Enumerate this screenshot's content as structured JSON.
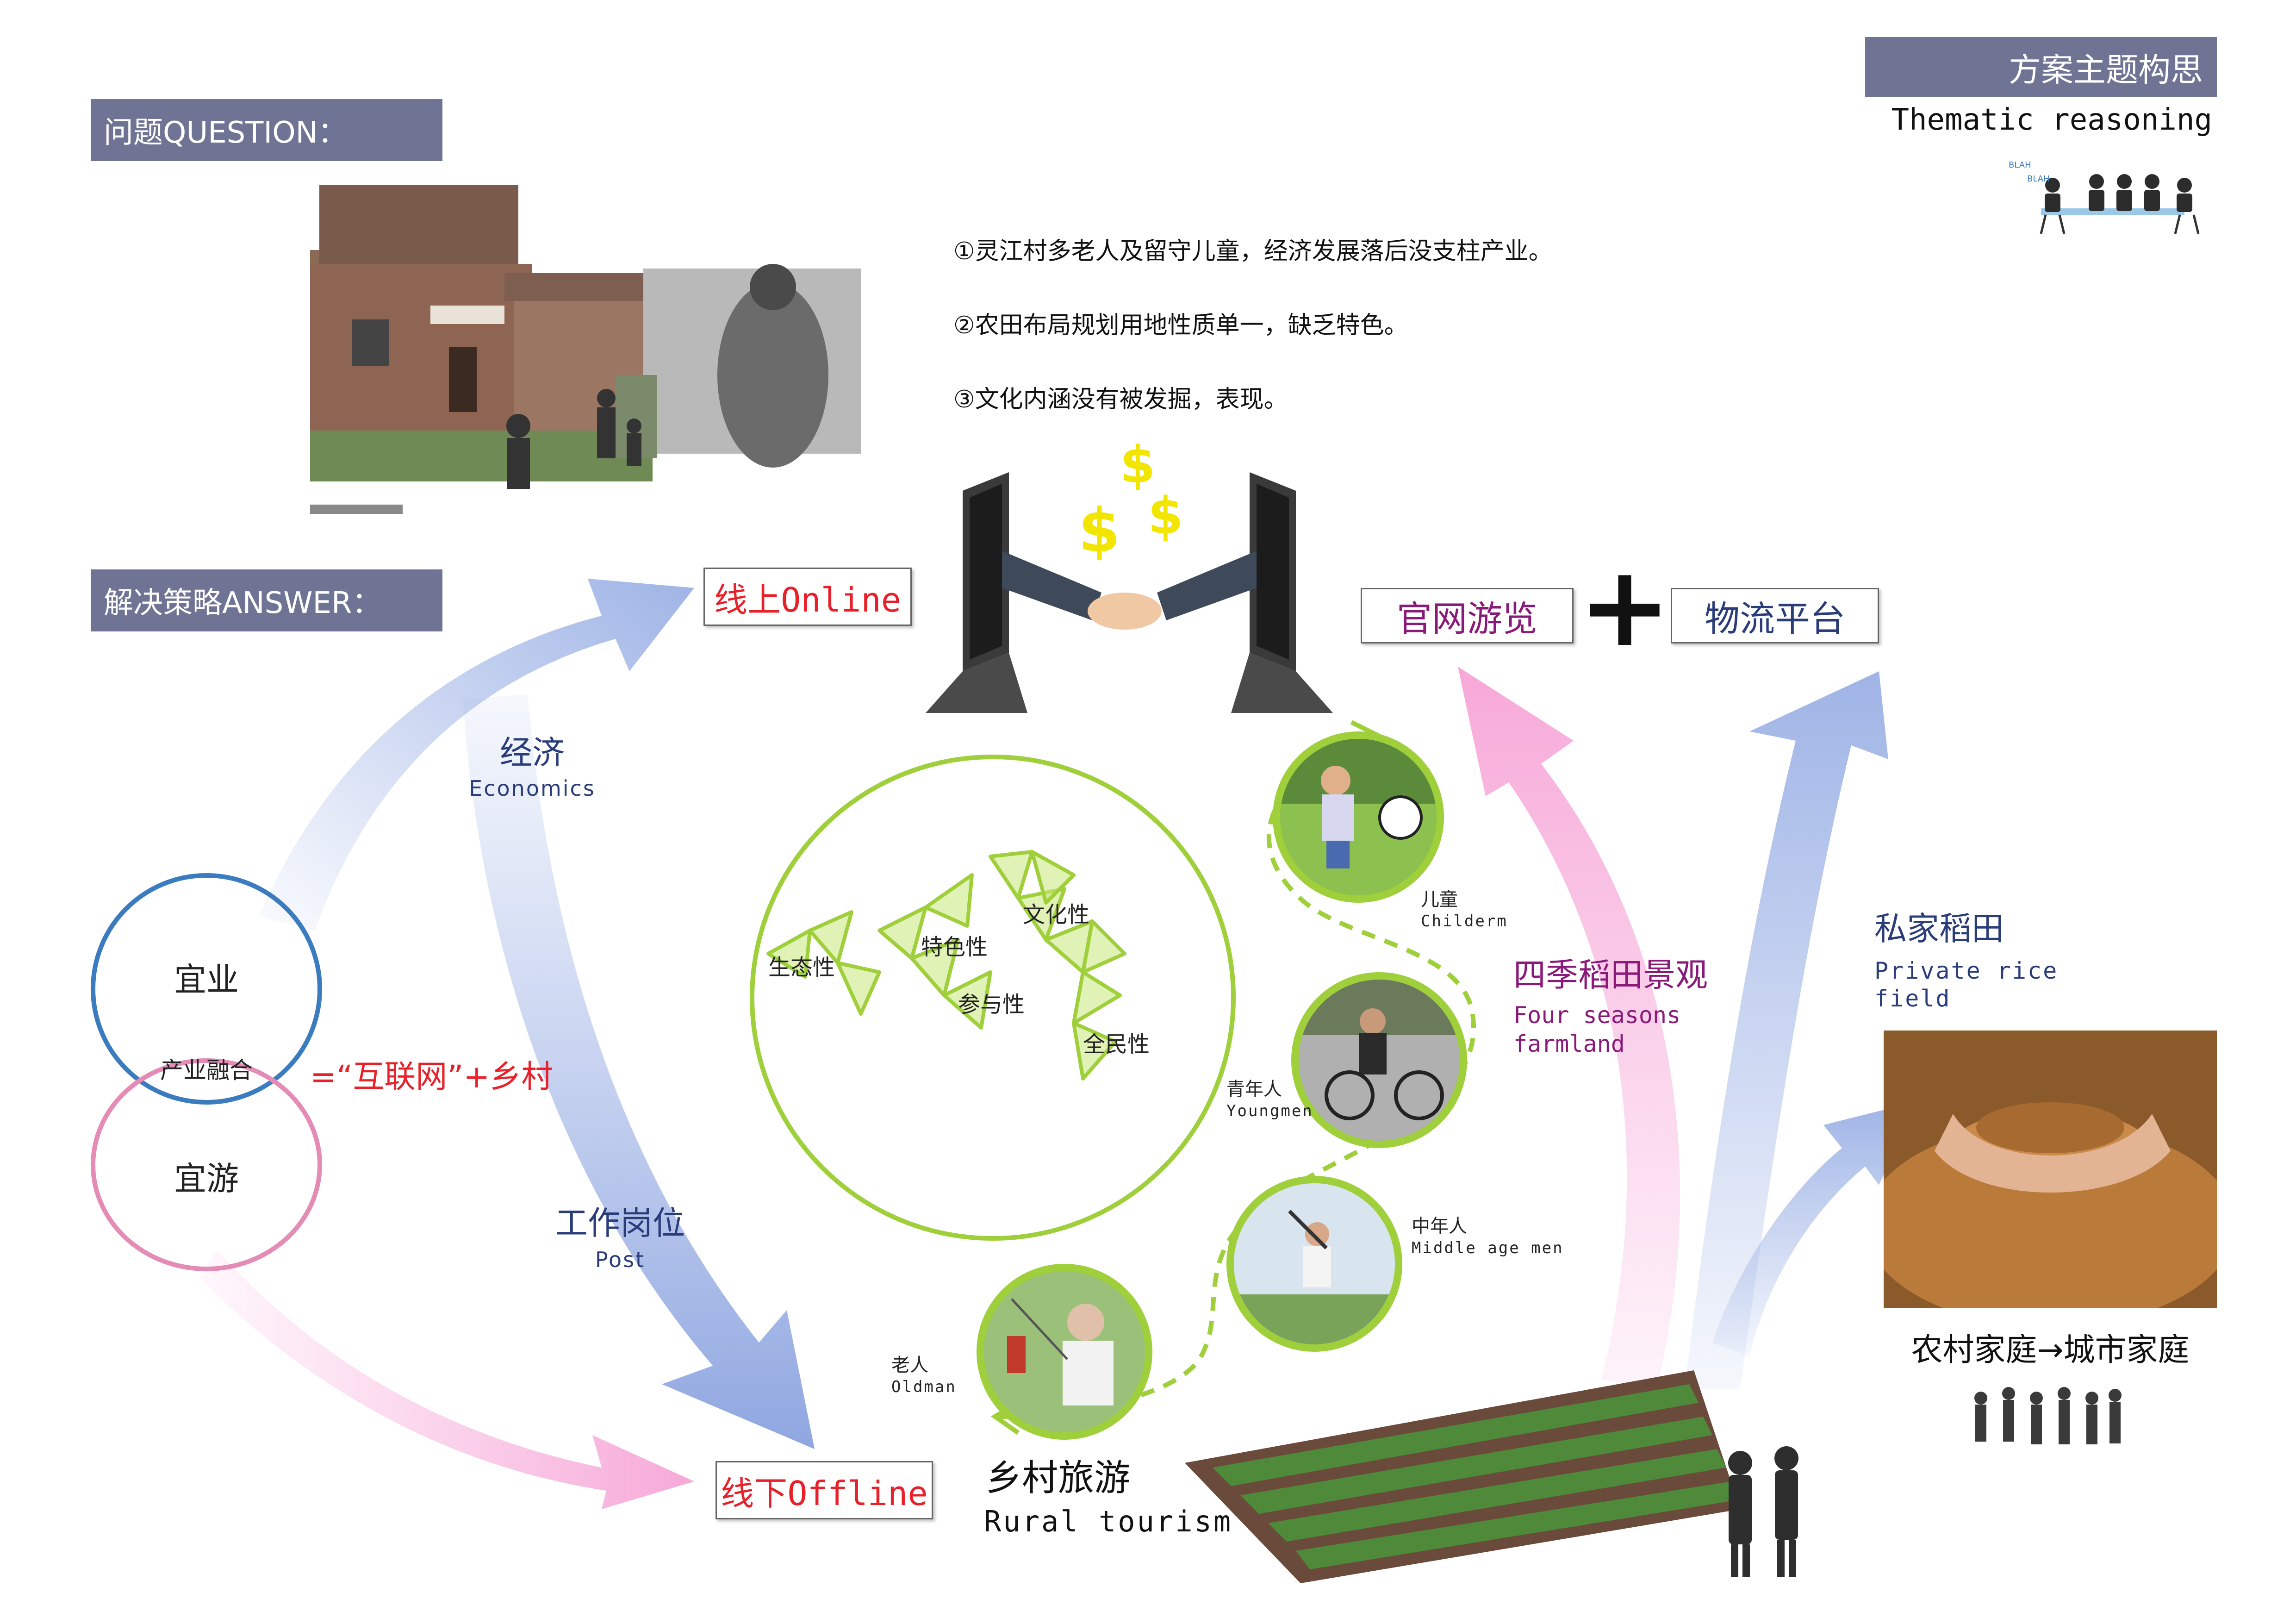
{
  "header": {
    "question_tab": "问题QUESTION：",
    "answer_tab": "解决策略ANSWER：",
    "theme_tab": "方案主题构思",
    "theme_subtitle": "Thematic reasoning",
    "blah_1": "BLAH",
    "blah_2": "BLAH"
  },
  "problems": [
    "①灵江村多老人及留守儿童，经济发展落后没支柱产业。",
    "②农田布局规划用地性质单一，缺乏特色。",
    "③文化内涵没有被发掘，表现。"
  ],
  "online": {
    "label": "线上Online",
    "dollar": "$"
  },
  "offline": {
    "label": "线下Offline"
  },
  "left_diagram": {
    "circle_top": "宜业",
    "circle_overlap": "产业融合",
    "circle_bottom": "宜游",
    "formula": "=“互联网”+乡村",
    "economics_cn": "经济",
    "economics_en": "Economics",
    "post_cn": "工作岗位",
    "post_en": "Post"
  },
  "traits": [
    "生态性",
    "特色性",
    "文化性",
    "参与性",
    "全民性"
  ],
  "people": [
    {
      "cn": "儿童",
      "en": "Childerm"
    },
    {
      "cn": "青年人",
      "en": "Youngmen"
    },
    {
      "cn": "中年人",
      "en": "Middle age men"
    },
    {
      "cn": "老人",
      "en": "Oldman"
    }
  ],
  "rural": {
    "cn": "乡村旅游",
    "en": "Rural tourism"
  },
  "right": {
    "official_site": "官网游览",
    "plus": "+",
    "logistics": "物流平台",
    "seasons_cn": "四季稻田景观",
    "seasons_en_1": "Four seasons",
    "seasons_en_2": "farmland",
    "private_cn": "私家稻田",
    "private_en_1": "Private rice",
    "private_en_2": "field",
    "family": "农村家庭→城市家庭"
  },
  "colors": {
    "tab": "#6f7494",
    "red": "#e8202a",
    "purple": "#8a1a7a",
    "blue_text": "#2a3d7a",
    "green": "#9fcf3a",
    "blue_arrow": "#9fb4e6",
    "pink_arrow": "#f7b3de",
    "circle_blue": "#3b7cc0",
    "circle_pink": "#e48bb6"
  }
}
